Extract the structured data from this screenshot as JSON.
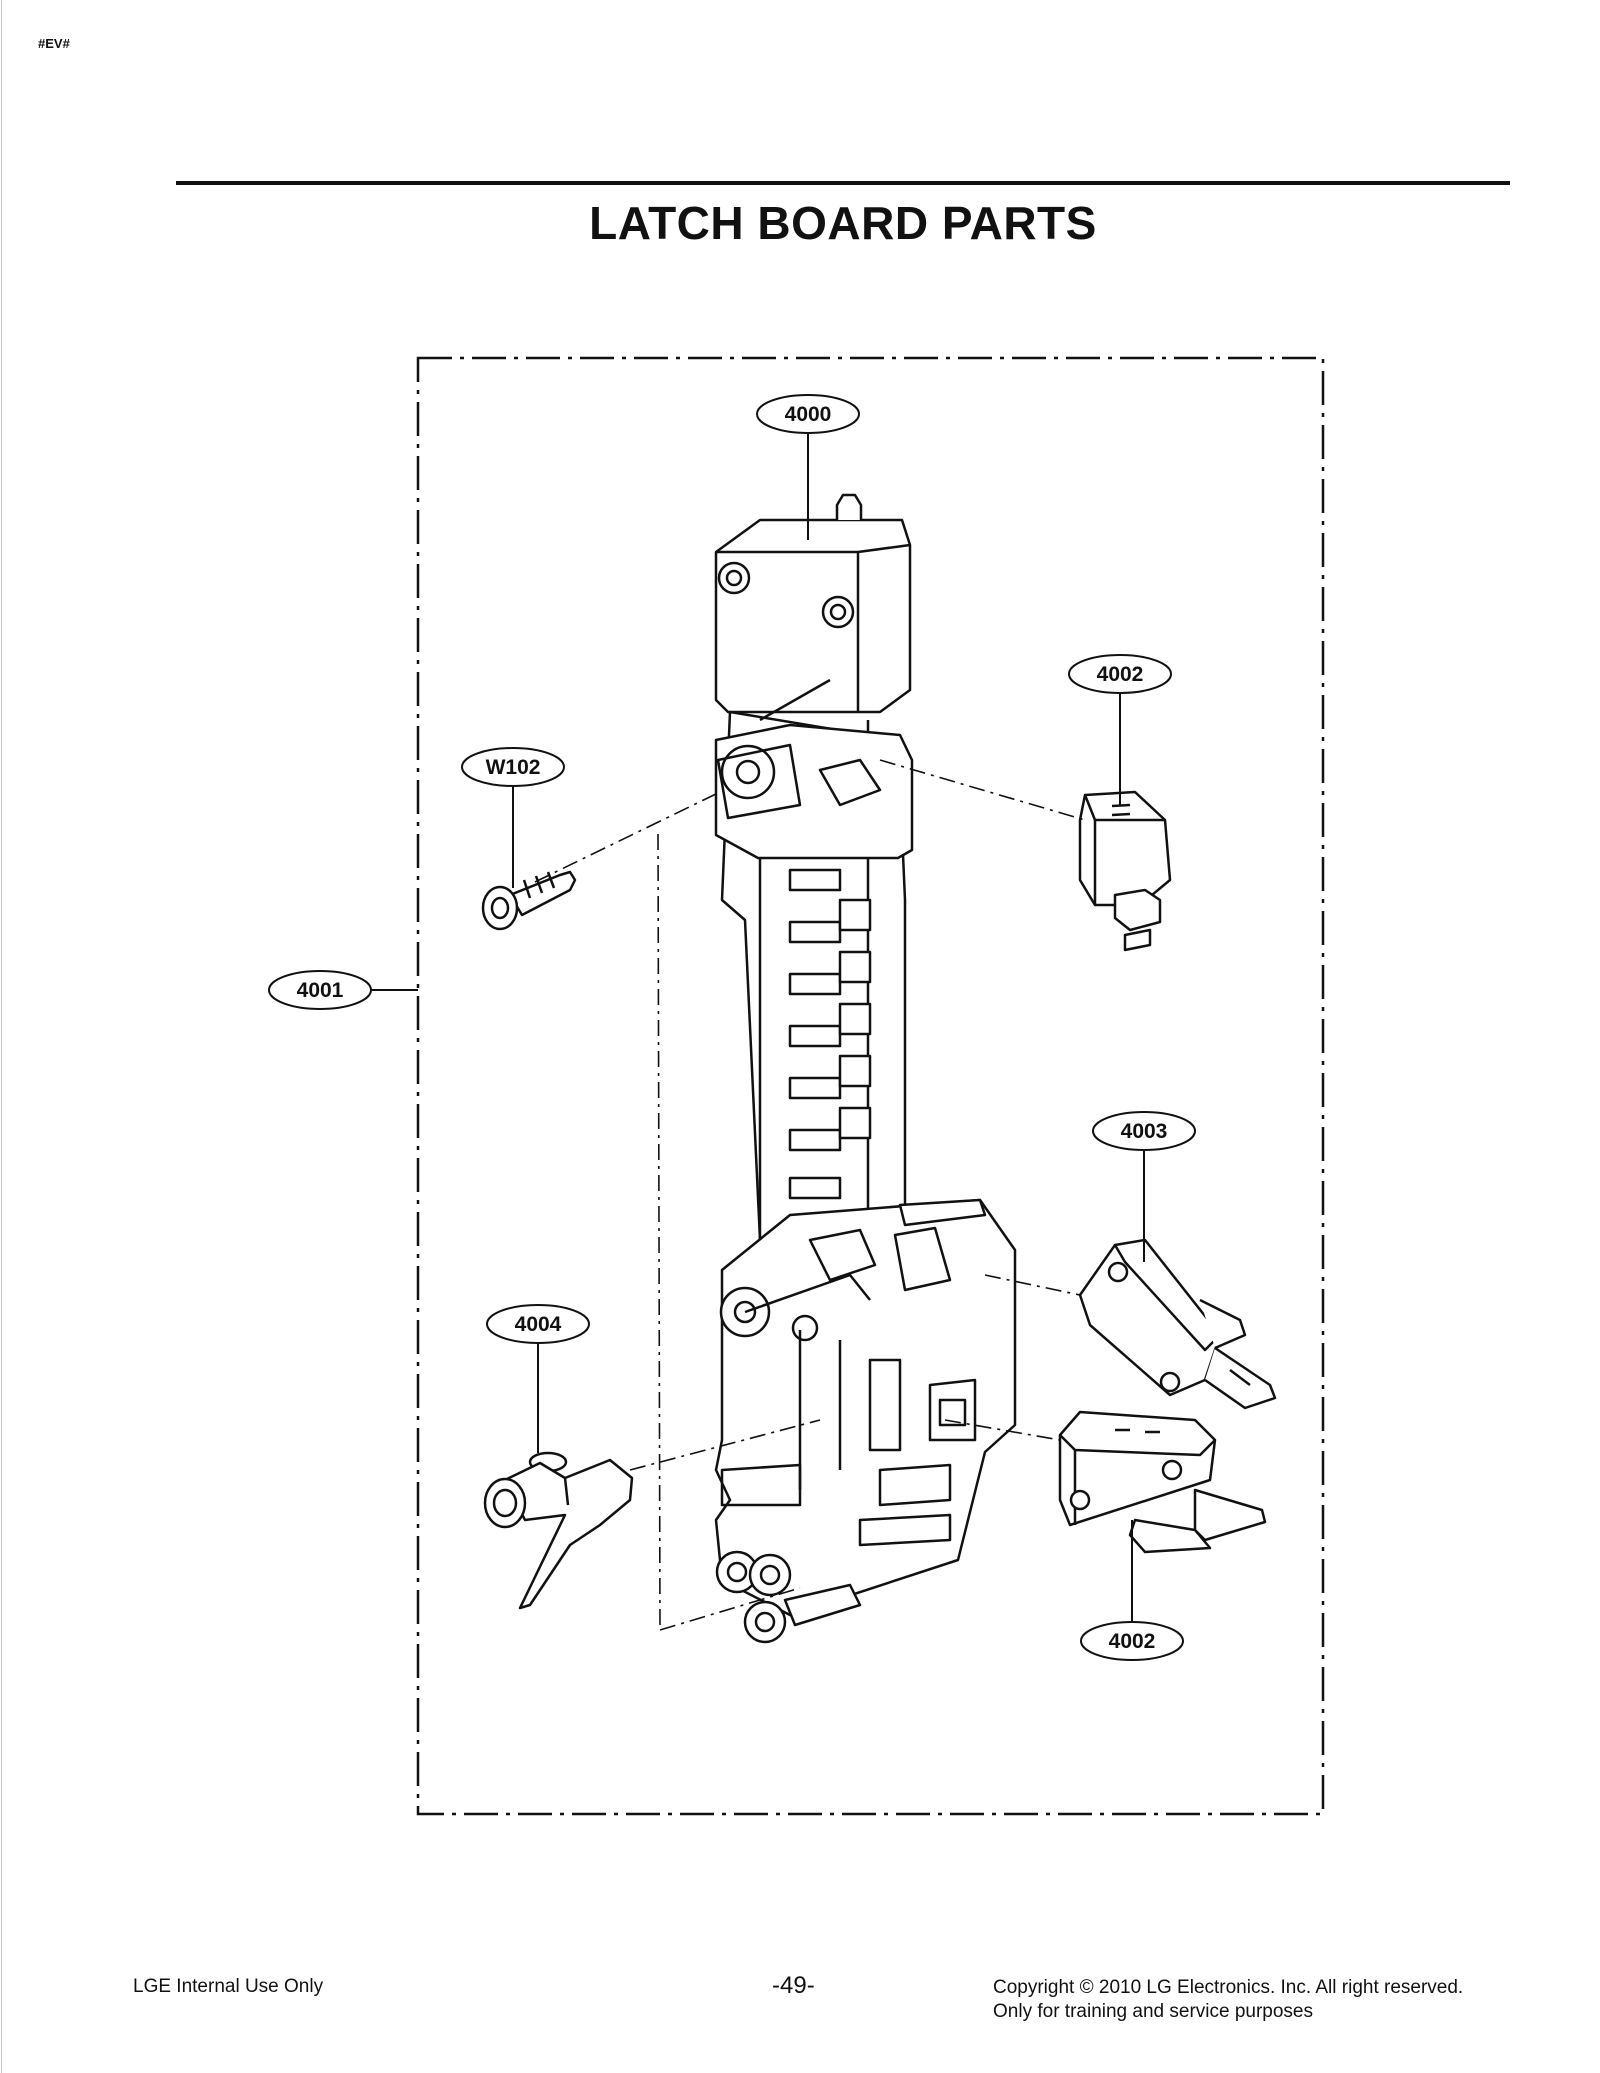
{
  "header": {
    "corner_mark": "#EV#",
    "title": "LATCH BOARD PARTS"
  },
  "callouts": {
    "c4000": "4000",
    "c4001": "4001",
    "c4002a": "4002",
    "c4002b": "4002",
    "c4003": "4003",
    "c4004": "4004",
    "cW102": "W102"
  },
  "footer": {
    "left": "LGE Internal Use Only",
    "page_number": "-49-",
    "copyright": "Copyright © 2010 LG Electronics. Inc. All right reserved.",
    "notice": "Only for training and service purposes"
  }
}
